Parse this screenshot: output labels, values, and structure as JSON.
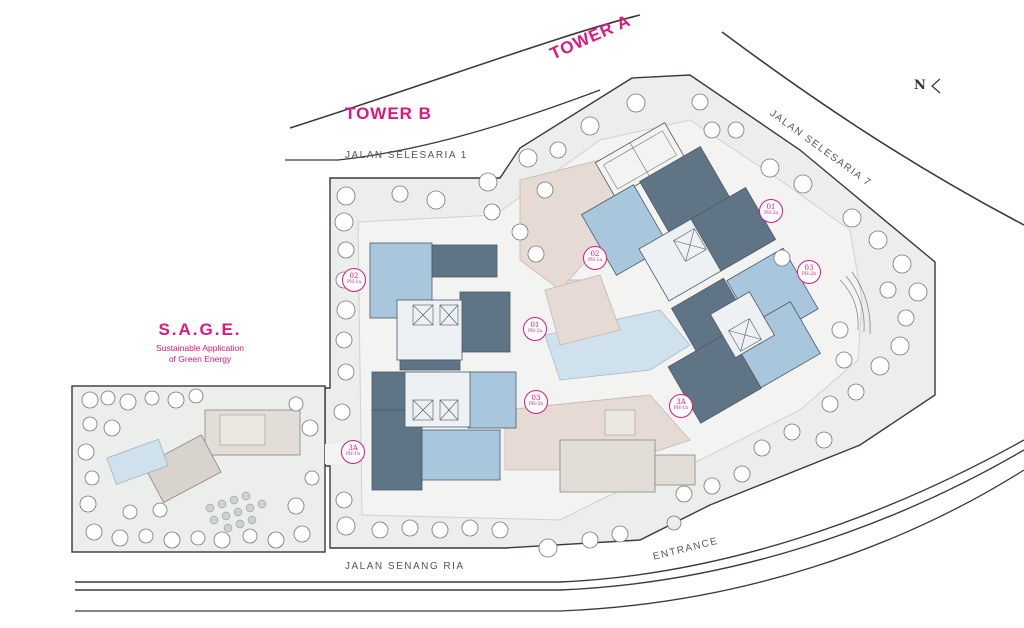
{
  "labels": {
    "tower_a": "TOWER A",
    "tower_b": "TOWER B",
    "sage_title": "S.A.G.E.",
    "sage_line1": "Sustainable Application",
    "sage_line2": "of Green Energy",
    "north": "N",
    "roads": {
      "selesaria1": "JALAN SELESARIA 1",
      "selesaria7": "JALAN SELESARIA 7",
      "senang_ria": "JALAN SENANG RIA",
      "entrance": "ENTRANCE"
    }
  },
  "unit_markers": [
    {
      "id": "b02",
      "num": "02",
      "code": "PH-1a"
    },
    {
      "id": "b01",
      "num": "01",
      "code": "PH-2a"
    },
    {
      "id": "b03",
      "num": "03",
      "code": "PH-2b"
    },
    {
      "id": "b3a",
      "num": "3A",
      "code": "PH-1b"
    },
    {
      "id": "a01",
      "num": "01",
      "code": "PH-2a"
    },
    {
      "id": "a02",
      "num": "02",
      "code": "PH-1a"
    },
    {
      "id": "a03",
      "num": "03",
      "code": "PH-2b"
    },
    {
      "id": "a3a",
      "num": "3A",
      "code": "PH-1b"
    }
  ],
  "colors": {
    "accent": "#e2157d",
    "light_blue": "#a9c7dc",
    "dark_slate": "#5f7586",
    "pool_blue": "#cfe1ec",
    "terrace_beige": "#e6dbd4",
    "landscape": "#eceeeb"
  }
}
